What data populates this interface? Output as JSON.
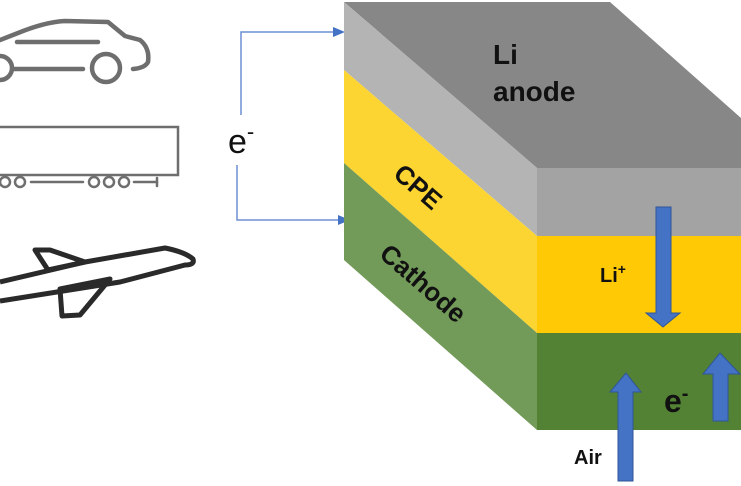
{
  "title": "Lithium-air battery with composite polymer electrolyte",
  "applications": [
    {
      "name": "car",
      "icon": "car-icon"
    },
    {
      "name": "truck",
      "icon": "truck-icon"
    },
    {
      "name": "airplane",
      "icon": "airplane-icon"
    }
  ],
  "external_circuit": {
    "label": "e",
    "superscript": "-"
  },
  "layers": [
    {
      "name": "anode",
      "label_line1": "Li",
      "label_line2": "anode",
      "top_color": "#878787",
      "side_color": "#b4b4b4",
      "front_color": "#a3a3a3"
    },
    {
      "name": "electrolyte",
      "label": "CPE",
      "side_color": "#fdd532",
      "front_color": "#ffca05"
    },
    {
      "name": "cathode",
      "label": "Cathode",
      "side_color": "#729a58",
      "front_color": "#548235"
    }
  ],
  "annotations": {
    "li_ion": {
      "label": "Li",
      "superscript": "+"
    },
    "electron": {
      "label": "e",
      "superscript": "-"
    },
    "air": {
      "label": "Air"
    }
  },
  "colors": {
    "arrow": "#4472c4",
    "arrow_stroke": "#2f5597",
    "wire": "#6d8fd3",
    "icon_grey": "#6e6e6e",
    "icon_dark": "#2a2a2a"
  }
}
